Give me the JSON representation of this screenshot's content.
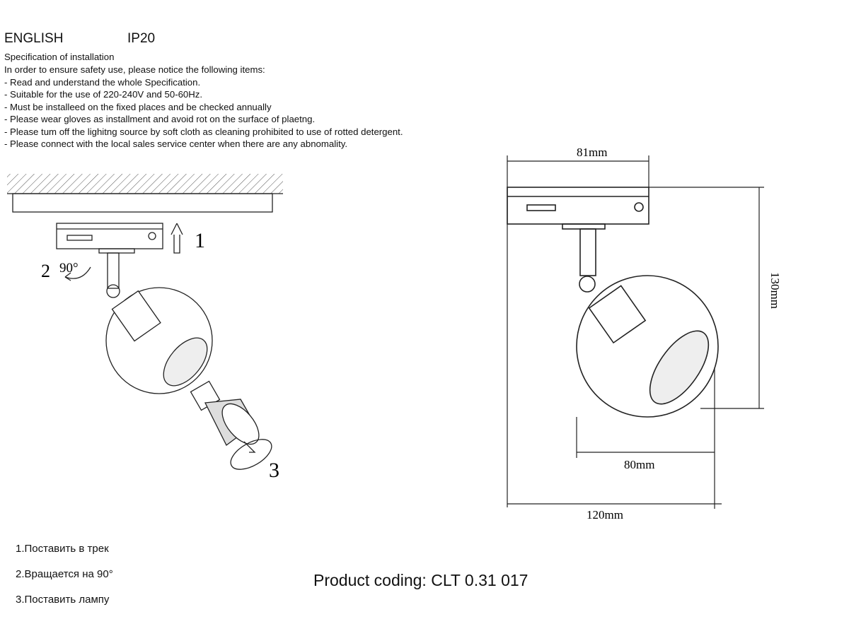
{
  "header": {
    "language": "ENGLISH",
    "ip_rating": "IP20"
  },
  "specification": {
    "title": "Specification of installation",
    "intro": "In order to ensure safety use, please notice the following items:",
    "items": [
      "- Read and understand the whole Specification.",
      "- Suitable for the use of 220-240V and 50-60Hz.",
      "- Must be installeed on the fixed places and be checked annually",
      "- Please wear gloves as installment and avoid rot on the surface of plaetng.",
      "- Please tum off the lighitng source by soft cloth as cleaning prohibited to use of rotted detergent.",
      "- Please connect with the local sales service center when there are any abnomality."
    ]
  },
  "installation_diagram": {
    "step1": "1",
    "step2": "2",
    "angle": "90°",
    "step3": "3"
  },
  "dimensions": {
    "track_width": "81mm",
    "height": "130mm",
    "sphere_diameter": "80mm",
    "total_width": "120mm"
  },
  "steps_ru": [
    "1.Поставить в трек",
    "2.Вращается на 90°",
    "3.Поставить лампу"
  ],
  "product_coding": "Product coding: CLT 0.31 017"
}
